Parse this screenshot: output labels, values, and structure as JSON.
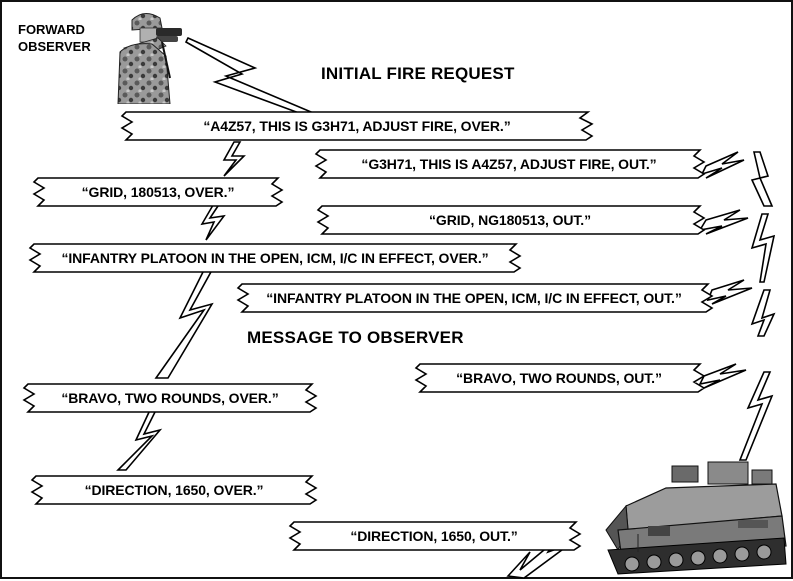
{
  "labels": {
    "observer": [
      "FORWARD",
      "OBSERVER"
    ],
    "initial_fire_request": "INITIAL FIRE REQUEST",
    "message_to_observer": "MESSAGE TO OBSERVER"
  },
  "observer_messages": [
    "“A4Z57, THIS IS G3H71, ADJUST FIRE,  OVER.”",
    "“GRID, 180513, OVER.”",
    "“INFANTRY PLATOON IN THE OPEN, ICM, I/C IN EFFECT, OVER.”",
    "“BRAVO, TWO ROUNDS, OVER.”",
    "“DIRECTION, 1650, OVER.”"
  ],
  "fdc_messages": [
    "“G3H71, THIS IS A4Z57, ADJUST FIRE, OUT.”",
    "“GRID, NG180513, OUT.”",
    "“INFANTRY PLATOON IN THE OPEN, ICM, I/C IN EFFECT, OUT.”",
    "“BRAVO, TWO ROUNDS, OUT.”",
    "“DIRECTION, 1650, OUT.”"
  ],
  "figures": {
    "observer": "soldier-with-binoculars",
    "fdc": "armored-fire-direction-vehicle"
  }
}
